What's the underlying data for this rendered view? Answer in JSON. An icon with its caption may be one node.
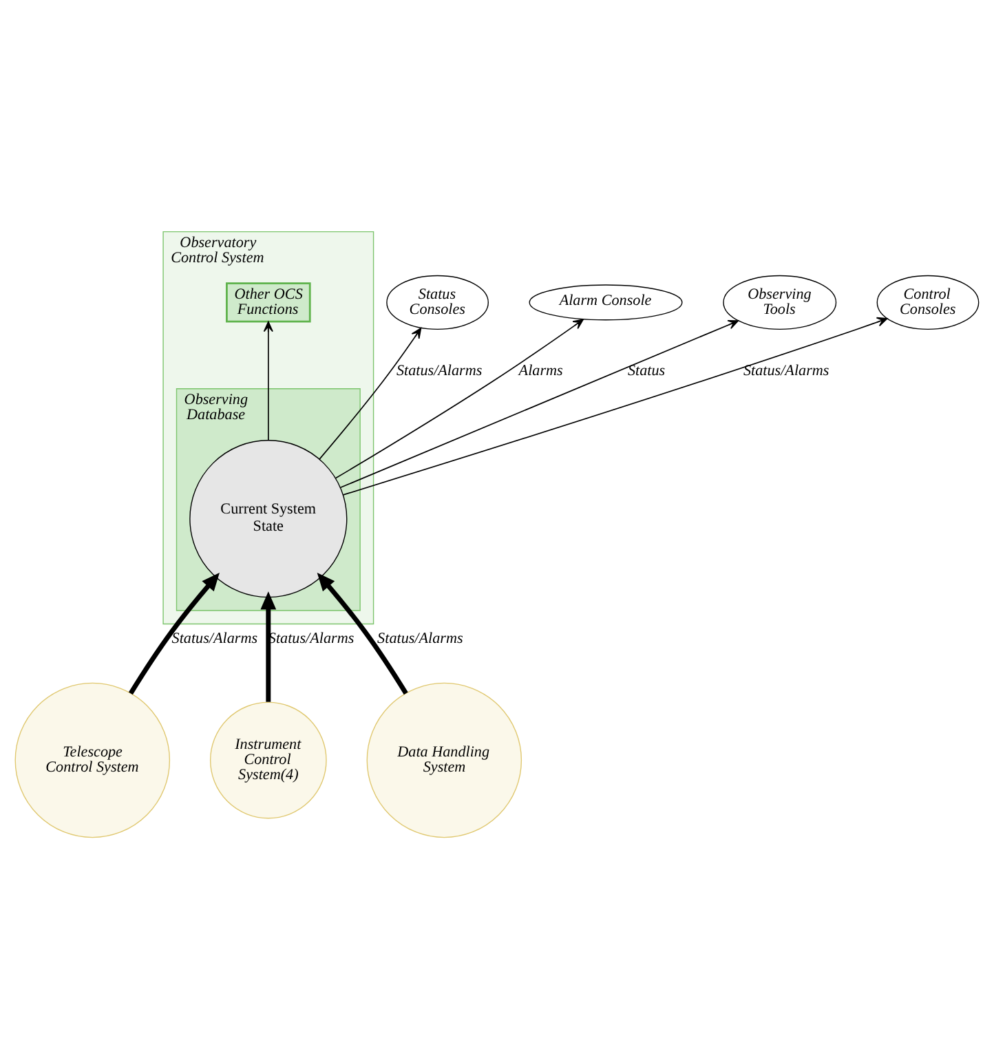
{
  "diagram": {
    "nodes": [
      {
        "text": [
          "Status Consoles"
        ]
      },
      {
        "text": [
          "Alarm Console"
        ]
      },
      {
        "text": [
          "Observing Tools"
        ]
      },
      {
        "text": [
          "Control Consoles"
        ]
      },
      {
        "text": [
          "Observatory Control System"
        ]
      },
      {
        "text": [
          "Observing Database"
        ],
        "in": 4
      },
      {
        "text": [
          "Other OCS Functions"
        ],
        "in": 4
      },
      {
        "text": [
          "Current System State"
        ],
        "in": 5
      },
      {
        "text": [
          "Telescope Control System"
        ]
      },
      {
        "text": [
          "Instrument Control System(4)"
        ]
      },
      {
        "text": [
          "Data Handling System"
        ]
      }
    ],
    "edges": [
      {
        "from": 7,
        "to": 0,
        "arrow": "to",
        "label": "Status/Alarms"
      },
      {
        "from": 7,
        "to": 1,
        "arrow": "to",
        "label": "Alarms"
      },
      {
        "from": 7,
        "to": 2,
        "arrow": "to",
        "label": "Status"
      },
      {
        "from": 7,
        "to": 3,
        "arrow": "to",
        "label": "Status/Alarms"
      },
      {
        "from": 7,
        "to": 6,
        "arrow": "to"
      },
      {
        "from": 8,
        "to": 7,
        "arrow": "to",
        "label": "Status/Alarms",
        "style": "thick"
      },
      {
        "from": 9,
        "to": 7,
        "arrow": "to",
        "label": "Status/Alarms",
        "style": "thick"
      },
      {
        "from": 10,
        "to": 7,
        "arrow": "to",
        "label": "Status/Alarms",
        "style": "thick"
      }
    ]
  }
}
